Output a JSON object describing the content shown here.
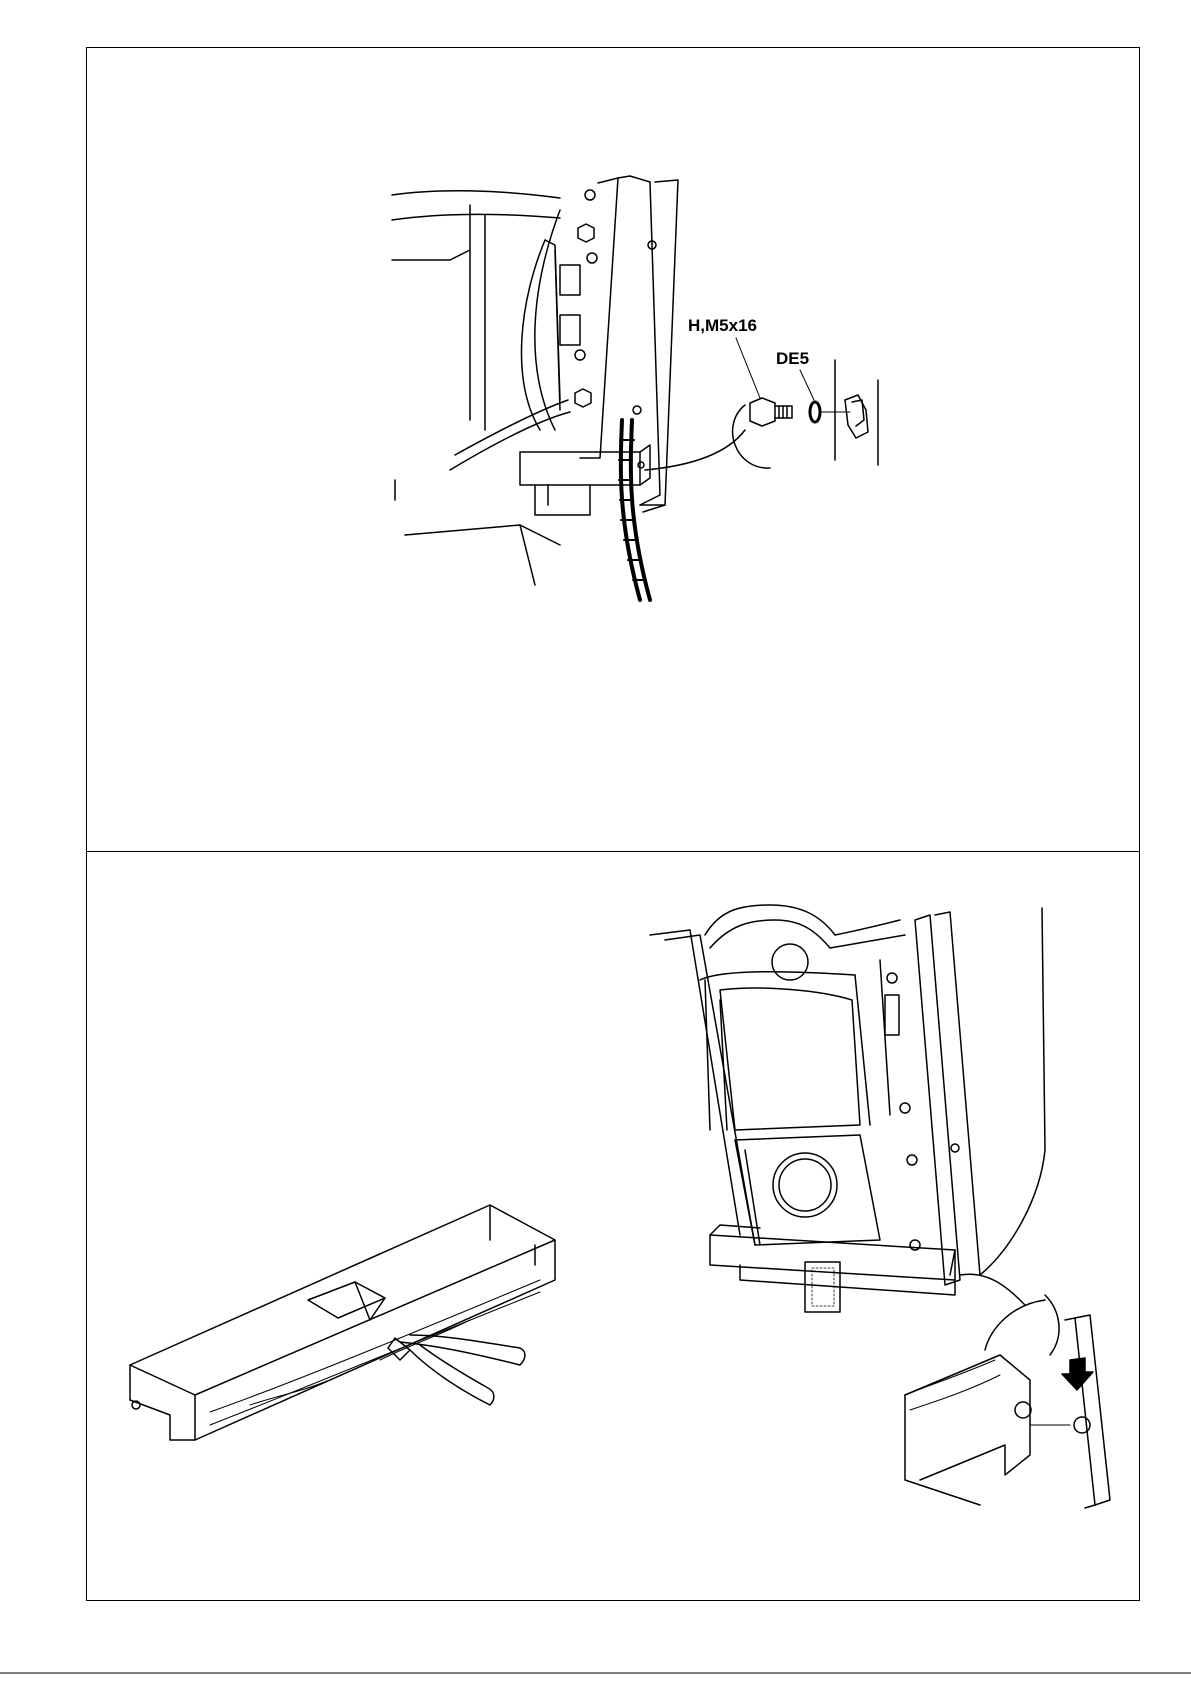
{
  "diagram": {
    "top_panel": {
      "callouts": [
        {
          "id": "bolt",
          "text": "H,M5x16"
        },
        {
          "id": "washer",
          "text": "DE5"
        }
      ]
    },
    "bottom_panel": {
      "callouts": []
    }
  },
  "colors": {
    "line": "#000000",
    "background": "#ffffff"
  }
}
